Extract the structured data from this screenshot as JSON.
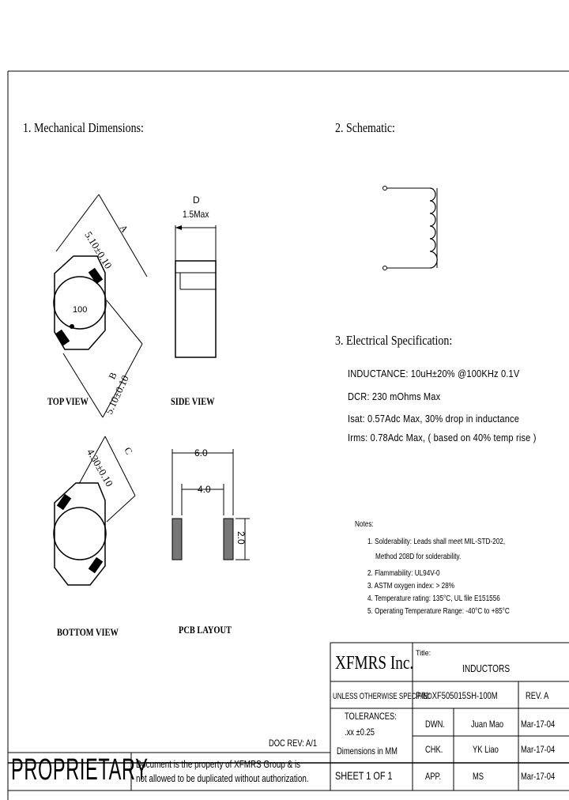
{
  "sections": {
    "mech_title": "1. Mechanical Dimensions:",
    "schematic_title": "2. Schematic:",
    "elec_title": "3. Electrical Specification:"
  },
  "views": {
    "top": "TOP VIEW",
    "side": "SIDE VIEW",
    "bottom": "BOTTOM VIEW",
    "pcb": "PCB LAYOUT"
  },
  "dims": {
    "a": "5.10±0.10",
    "a_letter": "A",
    "b": "5.10±0.10",
    "b_letter": "B",
    "c": "4.30±0.10",
    "c_letter": "C",
    "d_letter": "D",
    "d": "1.5Max",
    "marking": "100",
    "pcb_outer": "6.0",
    "pcb_inner": "4.0",
    "pcb_pad": "2.0"
  },
  "electrical": {
    "inductance": "INDUCTANCE: 10uH±20% @100KHz 0.1V",
    "dcr": "DCR: 230 mOhms Max",
    "isat": "Isat: 0.57Adc Max, 30% drop in inductance",
    "irms": "Irms: 0.78Adc Max, ( based on 40% temp rise )"
  },
  "notes": {
    "title": "Notes:",
    "n1a": "1. Solderability: Leads shall meet MIL-STD-202,",
    "n1b": "Method 208D for solderability.",
    "n2": "2. Flammability: UL94V-0",
    "n3": "3. ASTM oxygen index: > 28%",
    "n4": "4. Temperature rating: 135°C, UL file E151556",
    "n5": "5. Operating Temperature Range:  -40°C to +85°C"
  },
  "title_block": {
    "company": "XFMRS Inc.",
    "title_label": "Title:",
    "title": "INDUCTORS",
    "unless": "UNLESS OTHERWISE SPECIFIED",
    "pn": "P/N: XF505015SH-100M",
    "rev": "REV. A",
    "tolerances": "TOLERANCES:",
    "tol_value": ".xx ±0.25",
    "dims_in": "Dimensions in MM",
    "dwn_label": "DWN.",
    "dwn_name": "Juan Mao",
    "dwn_date": "Mar-17-04",
    "chk_label": "CHK.",
    "chk_name": "YK Liao",
    "chk_date": "Mar-17-04",
    "app_label": "APP.",
    "app_name": "MS",
    "app_date": "Mar-17-04",
    "sheet": "SHEET  1  OF  1",
    "doc_rev": "DOC REV: A/1",
    "proprietary": "PROPRIETARY",
    "disclaimer1": "Document is the property of XFMRS Group & is",
    "disclaimer2": "not allowed to be duplicated without authorization."
  }
}
